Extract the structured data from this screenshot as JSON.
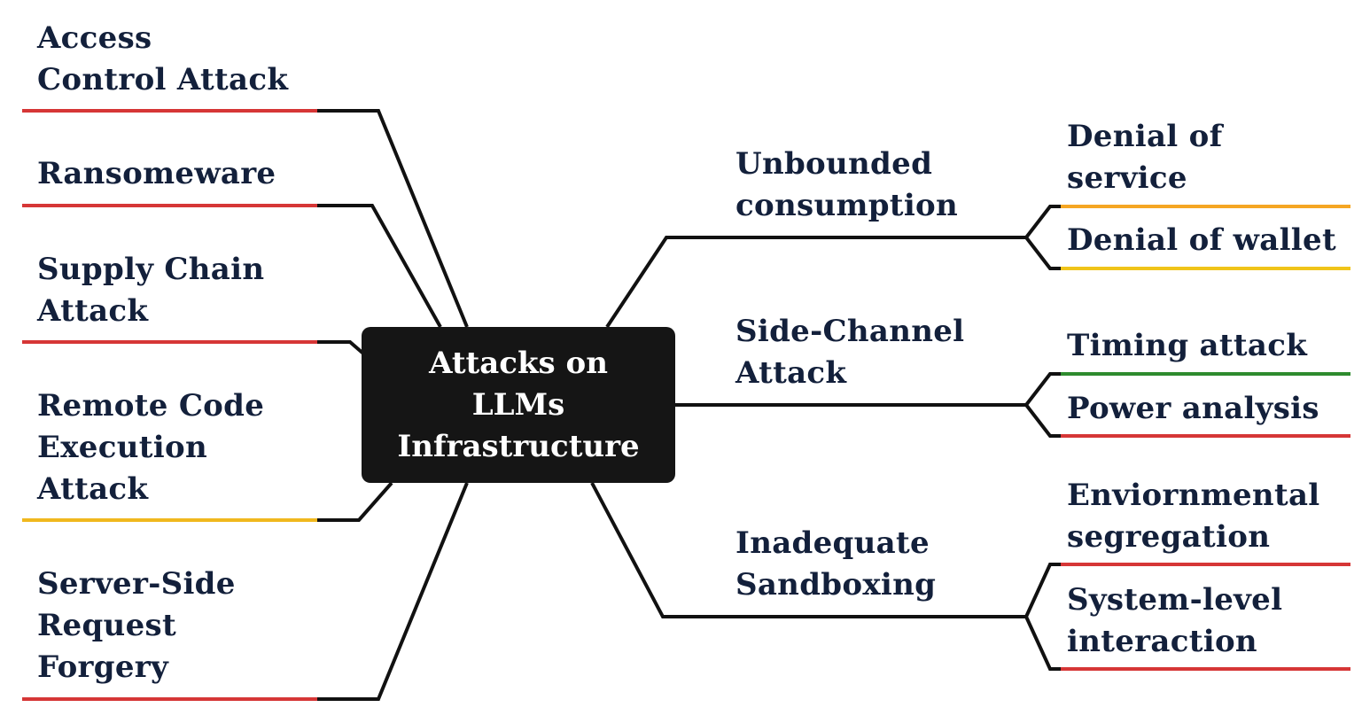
{
  "center": {
    "label": "Attacks on\nLLMs\nInfrastructure"
  },
  "left_branches": [
    {
      "label": "Access\nControl Attack",
      "underline_color": "#d63636"
    },
    {
      "label": "Ransomeware",
      "underline_color": "#d63636"
    },
    {
      "label": "Supply Chain\nAttack",
      "underline_color": "#d63636"
    },
    {
      "label": "Remote Code\nExecution\nAttack",
      "underline_color": "#f0b81e"
    },
    {
      "label": "Server-Side\nRequest\nForgery",
      "underline_color": "#d63636"
    }
  ],
  "right_branches": [
    {
      "label": "Unbounded\nconsumption",
      "children": [
        {
          "label": "Denial of\nservice",
          "underline_color": "#f5a623"
        },
        {
          "label": "Denial of wallet",
          "underline_color": "#f0c419"
        }
      ]
    },
    {
      "label": "Side-Channel\nAttack",
      "children": [
        {
          "label": "Timing attack",
          "underline_color": "#2e8b2e"
        },
        {
          "label": "Power analysis",
          "underline_color": "#d63636"
        }
      ]
    },
    {
      "label": "Inadequate\nSandboxing",
      "children": [
        {
          "label": "Enviornmental\nsegregation",
          "underline_color": "#d63636"
        },
        {
          "label": "System-level\ninteraction",
          "underline_color": "#d63636"
        }
      ]
    }
  ],
  "colors": {
    "line": "#111111",
    "text": "#13203b",
    "center_bg": "#151515",
    "center_text": "#ffffff"
  }
}
